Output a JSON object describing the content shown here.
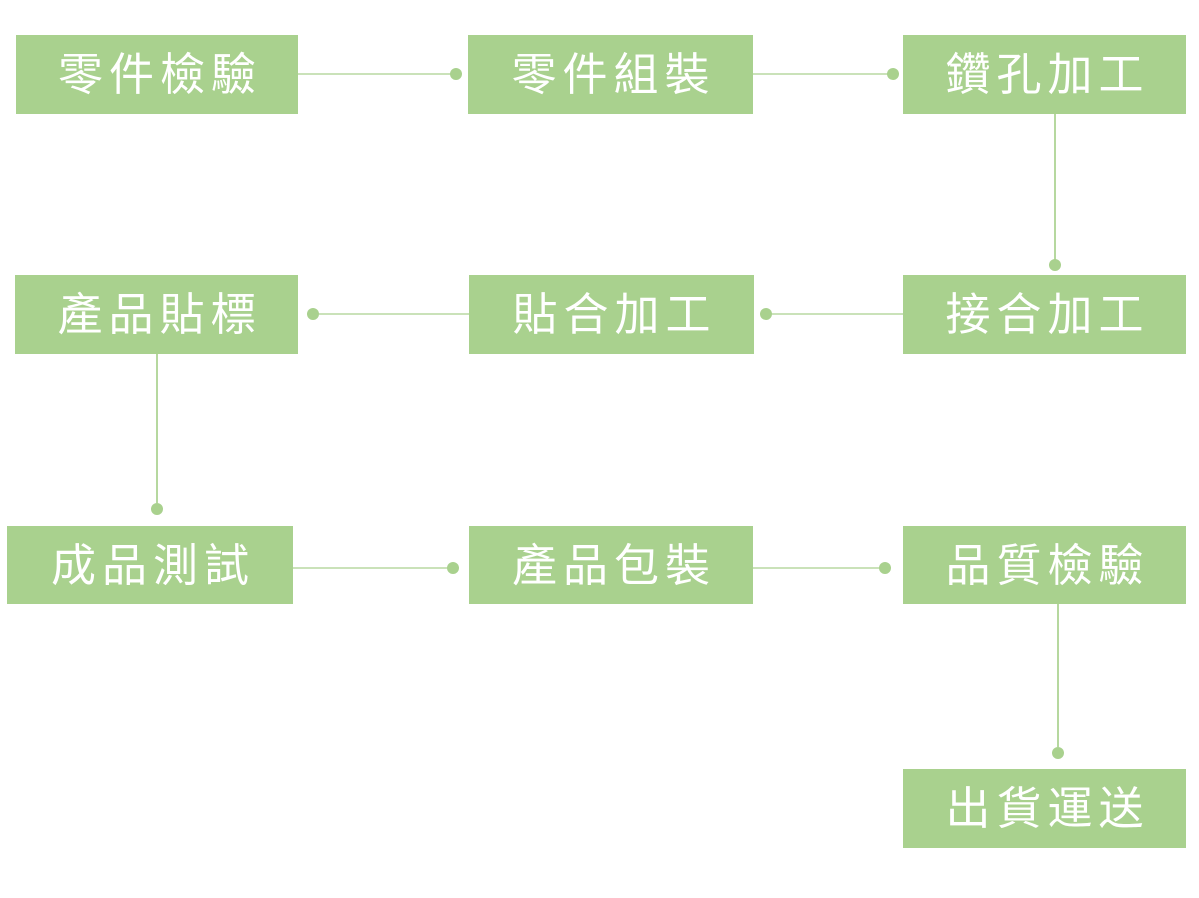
{
  "diagram": {
    "type": "flowchart",
    "description": "Manufacturing process flow, S-shaped (boustrophedon) layout, steps connected by thin lines ending in a round dot at the destination step",
    "colors": {
      "node_fill": "#A9D18E",
      "node_text": "#FFFFFF",
      "connector_line": "#A9D18E",
      "connector_dot": "#A9D18E",
      "background": "#FFFFFF"
    },
    "nodes": [
      {
        "id": "step-1",
        "label": "零件檢驗"
      },
      {
        "id": "step-2",
        "label": "零件組裝"
      },
      {
        "id": "step-3",
        "label": "鑽孔加工"
      },
      {
        "id": "step-4",
        "label": "接合加工"
      },
      {
        "id": "step-5",
        "label": "貼合加工"
      },
      {
        "id": "step-6",
        "label": "產品貼標"
      },
      {
        "id": "step-7",
        "label": "成品測試"
      },
      {
        "id": "step-8",
        "label": "產品包裝"
      },
      {
        "id": "step-9",
        "label": "品質檢驗"
      },
      {
        "id": "step-10",
        "label": "出貨運送"
      }
    ],
    "edges": [
      {
        "from": "零件檢驗",
        "to": "零件組裝",
        "direction": "right"
      },
      {
        "from": "零件組裝",
        "to": "鑽孔加工",
        "direction": "right"
      },
      {
        "from": "鑽孔加工",
        "to": "接合加工",
        "direction": "down"
      },
      {
        "from": "接合加工",
        "to": "貼合加工",
        "direction": "left"
      },
      {
        "from": "貼合加工",
        "to": "產品貼標",
        "direction": "left"
      },
      {
        "from": "產品貼標",
        "to": "成品測試",
        "direction": "down"
      },
      {
        "from": "成品測試",
        "to": "產品包裝",
        "direction": "right"
      },
      {
        "from": "產品包裝",
        "to": "品質檢驗",
        "direction": "right"
      },
      {
        "from": "品質檢驗",
        "to": "出貨運送",
        "direction": "down"
      }
    ]
  }
}
